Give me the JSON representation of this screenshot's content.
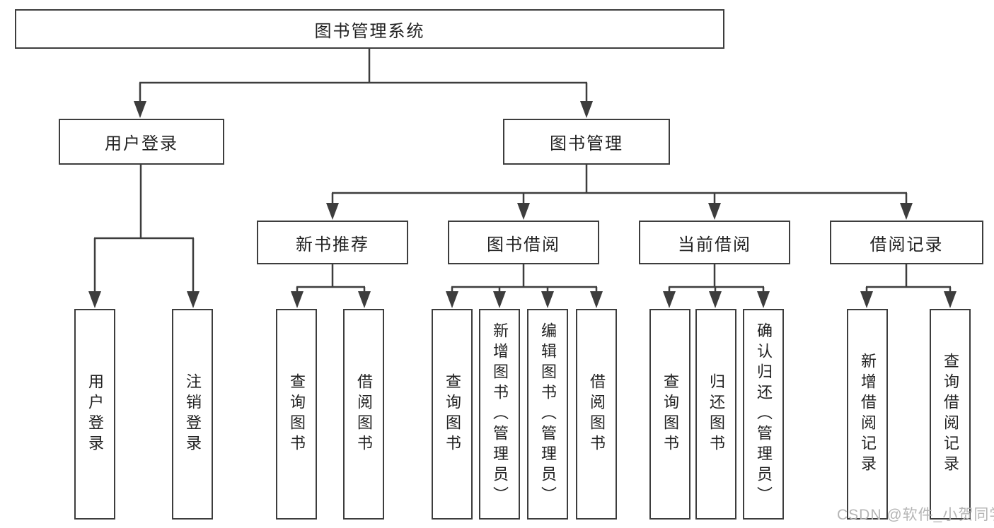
{
  "diagram": {
    "title": "图书管理系统",
    "level2": {
      "login": "用户登录",
      "mgmt": "图书管理"
    },
    "level3": {
      "newbook": "新书推荐",
      "borrow": "图书借阅",
      "current": "当前借阅",
      "records": "借阅记录"
    },
    "leaves": {
      "login": [
        "用户登录",
        "注销登录"
      ],
      "newbook": [
        "查询图书",
        "借阅图书"
      ],
      "borrow": [
        "查询图书",
        "新增图书（管理员）",
        "编辑图书（管理员）",
        "借阅图书"
      ],
      "current": [
        "查询图书",
        "归还图书",
        "确认归还（管理员）"
      ],
      "records": [
        "新增借阅记录",
        "查询借阅记录"
      ]
    },
    "colors": {
      "line": "#3d3d3d",
      "box_border": "#3d3d3d",
      "text": "#222222",
      "watermark": "#b5b5b5",
      "background": "#ffffff"
    }
  },
  "watermark": {
    "text": "CSDN @软件_小贺同学"
  }
}
